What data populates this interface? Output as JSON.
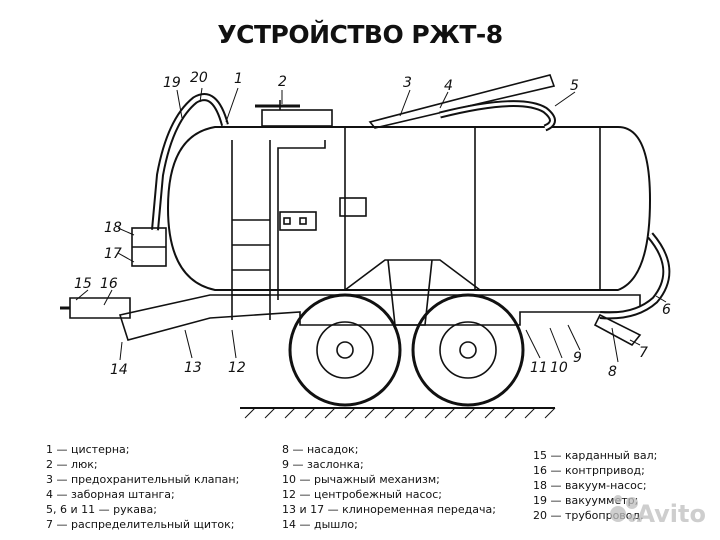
{
  "title": "УСТРОЙСТВО РЖТ-8",
  "callouts": [
    "19",
    "20",
    "1",
    "2",
    "3",
    "4",
    "5",
    "18",
    "17",
    "15",
    "16",
    "14",
    "13",
    "12",
    "11",
    "10",
    "9",
    "8",
    "7",
    "6"
  ],
  "legend": {
    "col1": [
      "1 — цистерна;",
      "2 — люк;",
      "3 — предохранительный клапан;",
      "4 — заборная штанга;",
      "5, 6 и 11 — рукава;",
      "7 — распределительный щиток;"
    ],
    "col2": [
      "8 — насадок;",
      "9 — заслонка;",
      "10 — рычажный механизм;",
      "12 — центробежный насос;",
      "13 и 17 — клиноременная передача;",
      "14 — дышло;"
    ],
    "col3": [
      "15 — карданный вал;",
      "16 — контрпривод;",
      "18 — вакуум-насос;",
      "19 — вакуумметр;",
      "20 — трубопровод."
    ]
  },
  "watermark": "Avito"
}
